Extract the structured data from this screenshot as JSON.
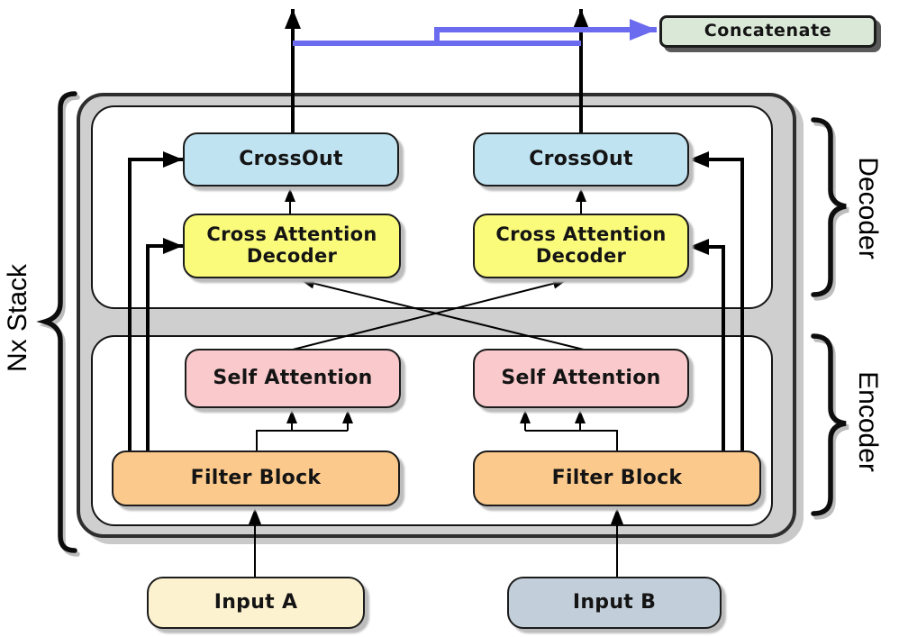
{
  "stack": {
    "label": "Nx Stack",
    "regions": [
      {
        "label": "Decoder"
      },
      {
        "label": "Encoder"
      }
    ],
    "columns": [
      {
        "crossout": "CrossOut",
        "cross_attention_line1": "Cross Attention",
        "cross_attention_line2": "Decoder",
        "self_attention": "Self Attention",
        "filter_block": "Filter Block"
      },
      {
        "crossout": "CrossOut",
        "cross_attention_line1": "Cross Attention",
        "cross_attention_line2": "Decoder",
        "self_attention": "Self Attention",
        "filter_block": "Filter Block"
      }
    ]
  },
  "inputs": [
    {
      "label": "Input A"
    },
    {
      "label": "Input B"
    }
  ],
  "output": {
    "label": "Concatenate"
  },
  "colors": {
    "crossout": "#c0e3f2",
    "cross_attention": "#fbfb7b",
    "self_attention": "#f9c9cb",
    "filter_block": "#fbc98c",
    "input_a": "#fdf2cf",
    "input_b": "#c2cfda",
    "concatenate": "#dae8d7",
    "connector": "#6b6bef",
    "stack_fill": "#cfcfcf"
  }
}
